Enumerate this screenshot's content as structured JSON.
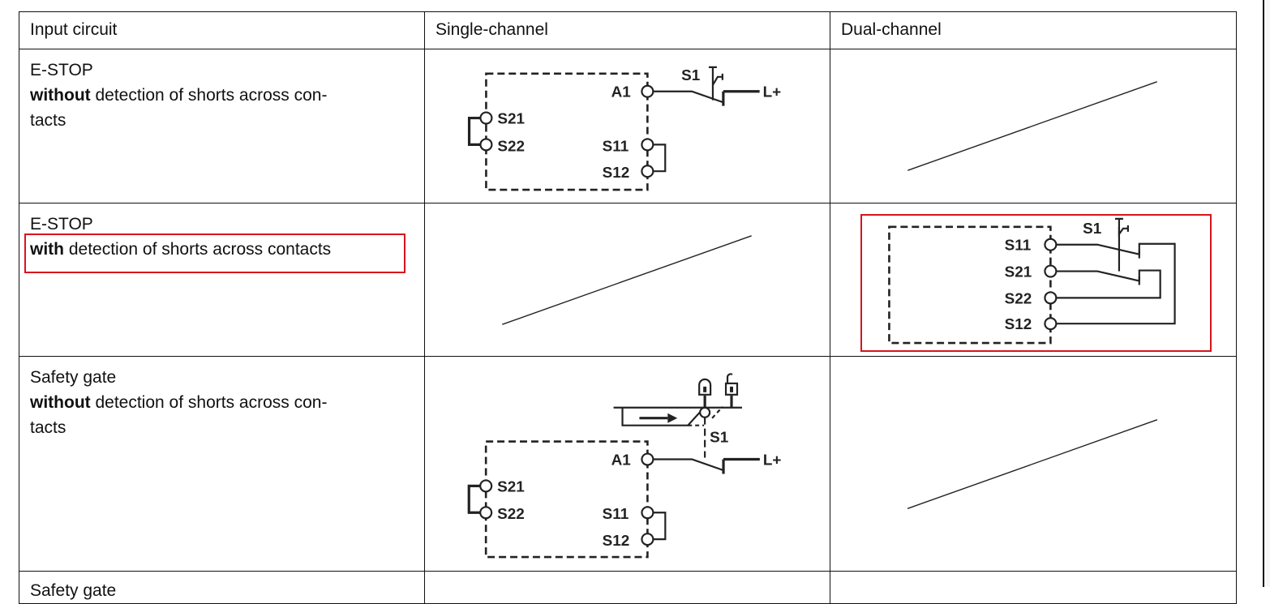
{
  "table": {
    "headers": [
      "Input circuit",
      "Single-channel",
      "Dual-channel"
    ],
    "rows": [
      {
        "title": "E-STOP",
        "qualifier": "without",
        "desc": " detection of shorts across con-",
        "desc2": "tacts",
        "single": "diagram",
        "dual": "not-applicable"
      },
      {
        "title": "E-STOP",
        "qualifier": "with",
        "desc": " detection of shorts across contacts",
        "desc2": "",
        "single": "not-applicable",
        "dual": "diagram",
        "highlighted": true
      },
      {
        "title": "Safety gate",
        "qualifier": "without",
        "desc": " detection of shorts across con-",
        "desc2": "tacts",
        "single": "diagram",
        "dual": "not-applicable"
      },
      {
        "title": "Safety gate",
        "partial": true
      }
    ]
  },
  "diagrams": {
    "estop_single": {
      "terminals": [
        "A1",
        "S21",
        "S22",
        "S11",
        "S12"
      ],
      "switch": "S1",
      "supply": "L+"
    },
    "estop_dual": {
      "terminals": [
        "S11",
        "S21",
        "S22",
        "S12"
      ],
      "switch": "S1"
    },
    "gate_single": {
      "terminals": [
        "A1",
        "S21",
        "S22",
        "S11",
        "S12"
      ],
      "switch": "S1",
      "supply": "L+"
    }
  },
  "highlight_color": "#d8141c"
}
